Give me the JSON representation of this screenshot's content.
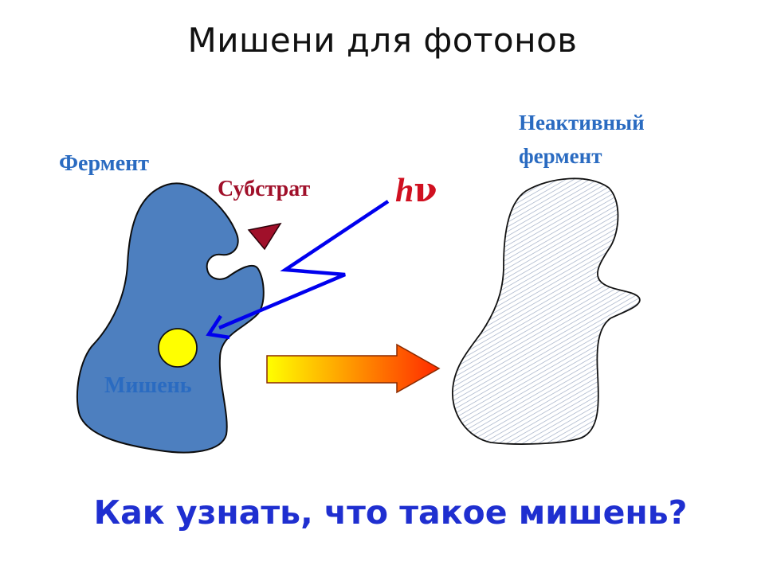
{
  "title": "Мишени для фотонов",
  "labels": {
    "enzyme": "Фермент",
    "substrate": "Субстрат",
    "target": "Мишень",
    "inactive_enzyme": "Неактивный\nфермент",
    "photon_h": "h",
    "photon_nu": "ν"
  },
  "question": "Как узнать, что такое мишень?",
  "colors": {
    "label_blue": "#2a6bc1",
    "substrate_red": "#a0102a",
    "hnu_red": "#d01020",
    "question_blue": "#1f2fd0",
    "enzyme_fill": "#4d7fbf",
    "target_yellow": "#ffff00",
    "substrate_fill": "#a0102a",
    "bolt_blue": "#0000ee",
    "arrow_gradient_start": "#ffff00",
    "arrow_gradient_end": "#ff2a00"
  }
}
